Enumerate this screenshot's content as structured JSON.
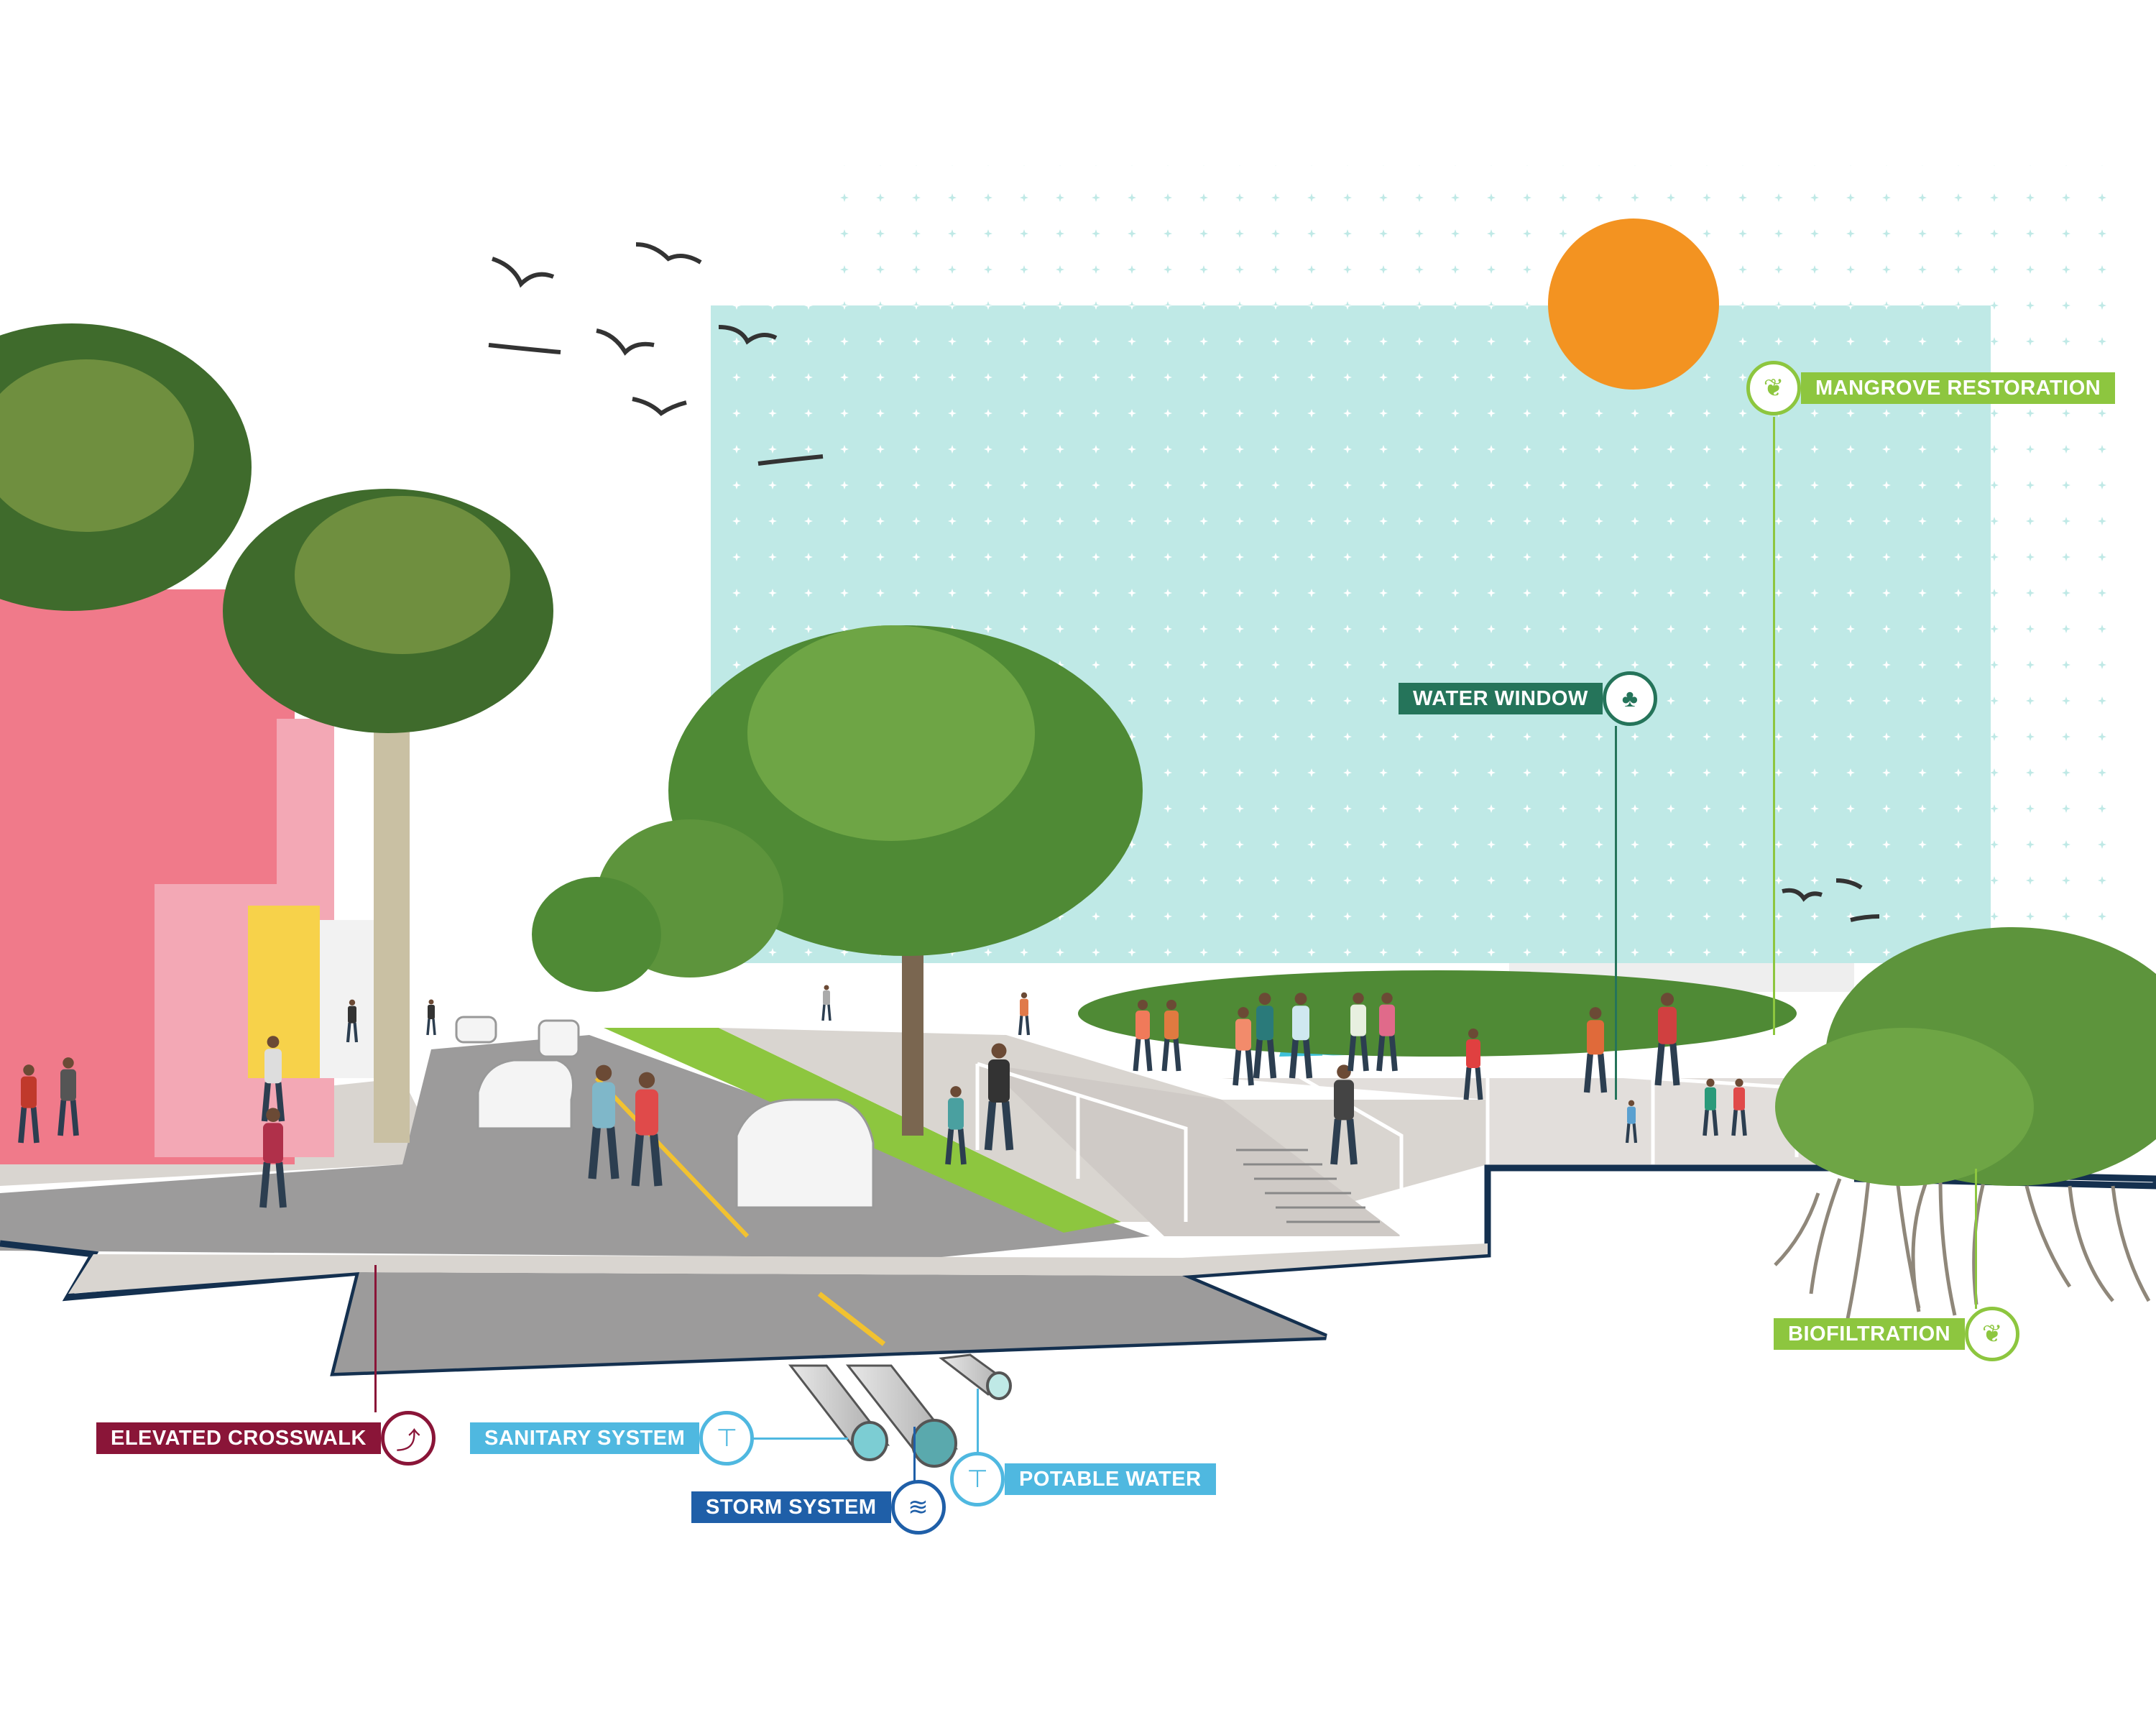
{
  "labels": {
    "mangrove_restoration": {
      "text": "MANGROVE RESTORATION",
      "icon": "leaf-icon",
      "color": "#8dc63f"
    },
    "water_window": {
      "text": "WATER WINDOW",
      "icon": "trees-icon",
      "color": "#25745a"
    },
    "biofiltration": {
      "text": "BIOFILTRATION",
      "icon": "leaf-icon",
      "color": "#8dc63f"
    },
    "elevated_crosswalk": {
      "text": "ELEVATED CROSSWALK",
      "icon": "road-icon",
      "color": "#8a1538"
    },
    "sanitary_system": {
      "text": "SANITARY SYSTEM",
      "icon": "pipe-faucet-icon",
      "color": "#4fb8e0"
    },
    "storm_system": {
      "text": "STORM SYSTEM",
      "icon": "waves-icon",
      "color": "#1f5fa8"
    },
    "potable_water": {
      "text": "POTABLE WATER",
      "icon": "pipe-faucet-icon",
      "color": "#4fb8e0"
    }
  },
  "colors": {
    "sky": "#bfe9e6",
    "sun": "#f39321",
    "section_outline": "#14304f"
  }
}
